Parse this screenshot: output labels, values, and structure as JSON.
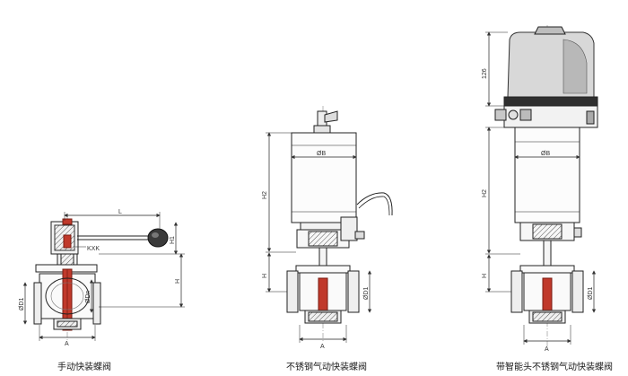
{
  "figures": [
    {
      "caption": "手动快装蝶阀",
      "dims": {
        "length": "L",
        "h1": "H1",
        "height": "H",
        "diameter": "ØD1",
        "inner": "ØDn",
        "width": "A",
        "handle": "KXK"
      }
    },
    {
      "caption": "不锈钢气动快装蝶阀",
      "dims": {
        "h2": "H2",
        "height": "H",
        "bore": "ØB",
        "diameter": "ØD1",
        "width": "A"
      }
    },
    {
      "caption": "带智能头不锈钢气动快装蝶阀",
      "dims": {
        "top": "126",
        "h2": "H2",
        "height": "H",
        "bore": "ØB",
        "diameter": "ØD1",
        "width": "A"
      }
    }
  ]
}
